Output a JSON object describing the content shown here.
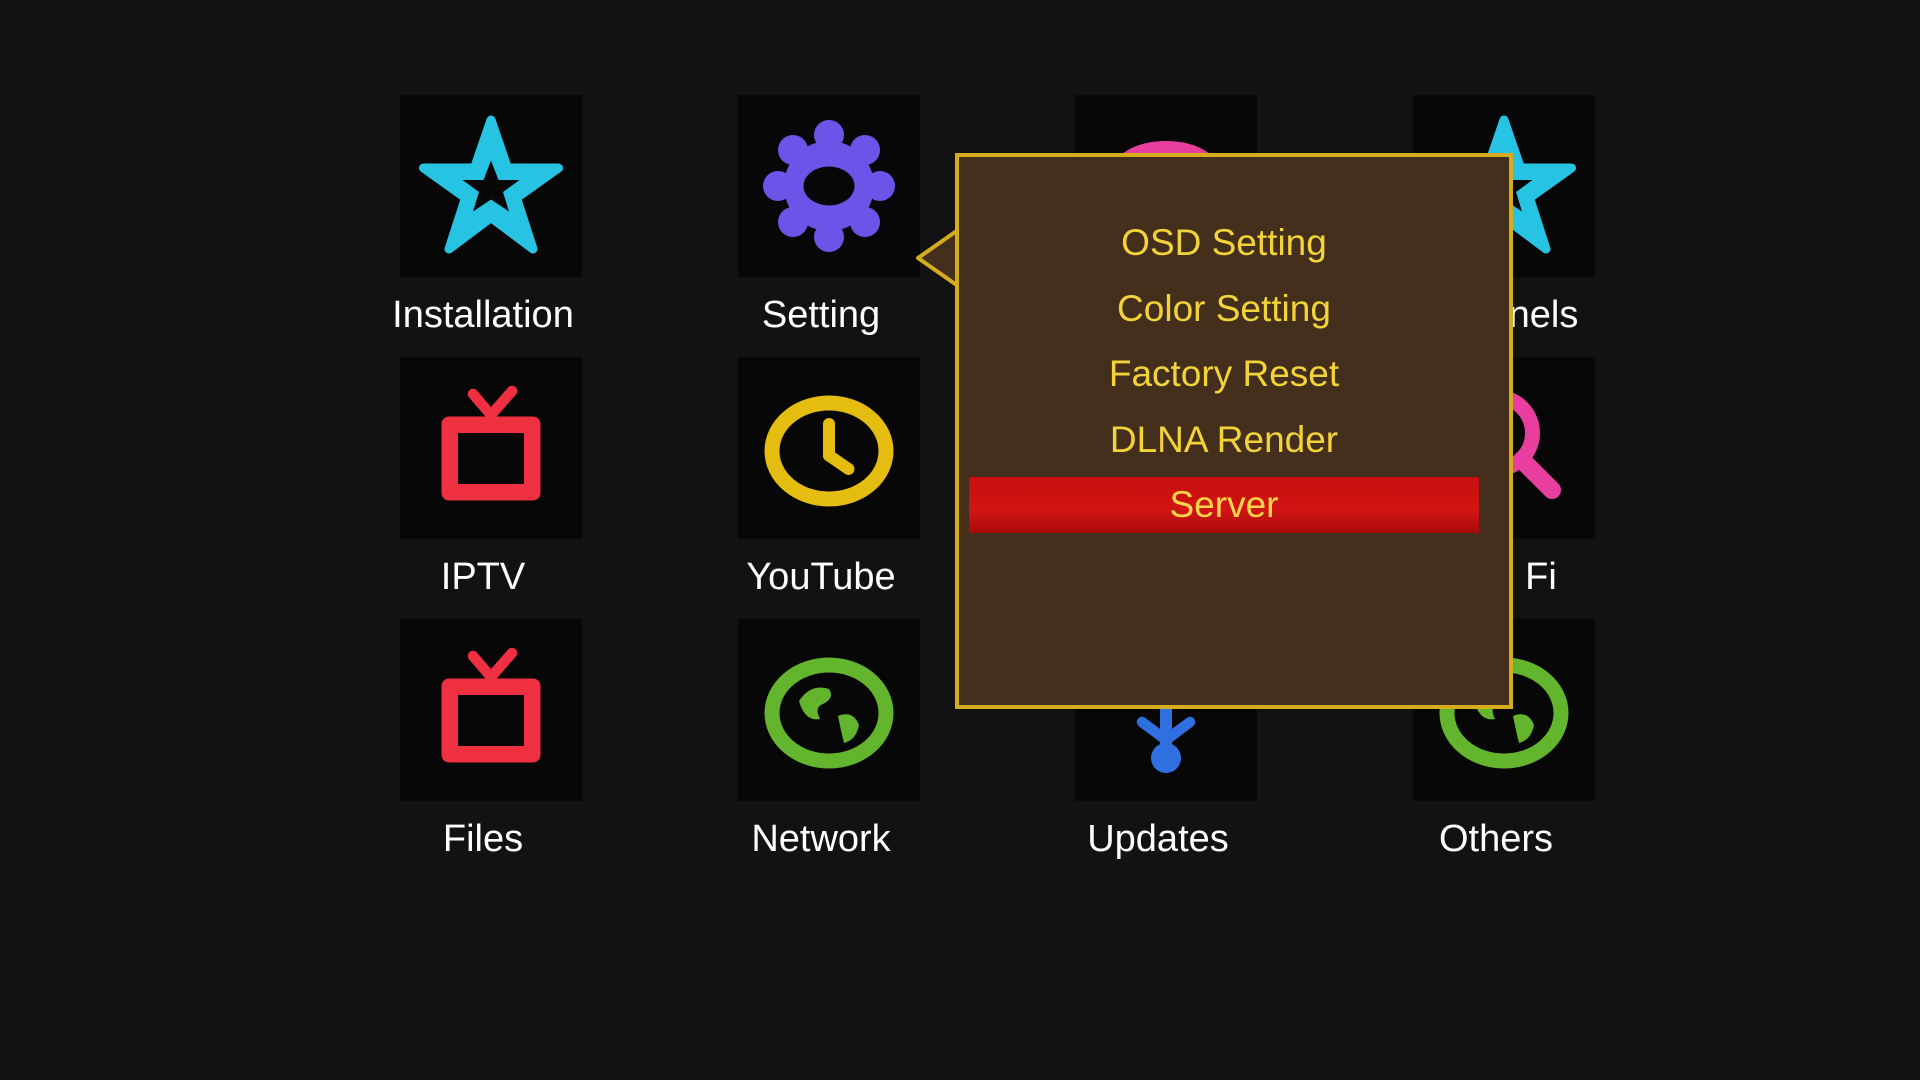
{
  "menu": {
    "tiles": [
      {
        "label": "Installation",
        "icon": "star-icon"
      },
      {
        "label": "Setting",
        "icon": "gear-icon"
      },
      {
        "label": "",
        "icon": "pink-circle-icon"
      },
      {
        "label": "nels",
        "icon": "star-icon"
      },
      {
        "label": "IPTV",
        "icon": "tv-icon"
      },
      {
        "label": "YouTube",
        "icon": "clock-icon"
      },
      {
        "label": "",
        "icon": "hidden-icon"
      },
      {
        "label": "Fi",
        "icon": "magnifier-icon"
      },
      {
        "label": "Files",
        "icon": "tv-icon"
      },
      {
        "label": "Network",
        "icon": "globe-icon"
      },
      {
        "label": "Updates",
        "icon": "usb-icon"
      },
      {
        "label": "Others",
        "icon": "globe-icon"
      }
    ]
  },
  "popup": {
    "items": [
      {
        "label": "OSD Setting",
        "selected": false
      },
      {
        "label": "Color Setting",
        "selected": false
      },
      {
        "label": "Factory Reset",
        "selected": false
      },
      {
        "label": "DLNA Render",
        "selected": false
      },
      {
        "label": "Server",
        "selected": true
      }
    ]
  },
  "colors": {
    "background": "#121213",
    "tile_bg": "#070708",
    "popup_bg": "#432f1b",
    "popup_border": "#d4ac1e",
    "menu_text": "#f2d33a",
    "selected_bg": "#c80e0e"
  }
}
